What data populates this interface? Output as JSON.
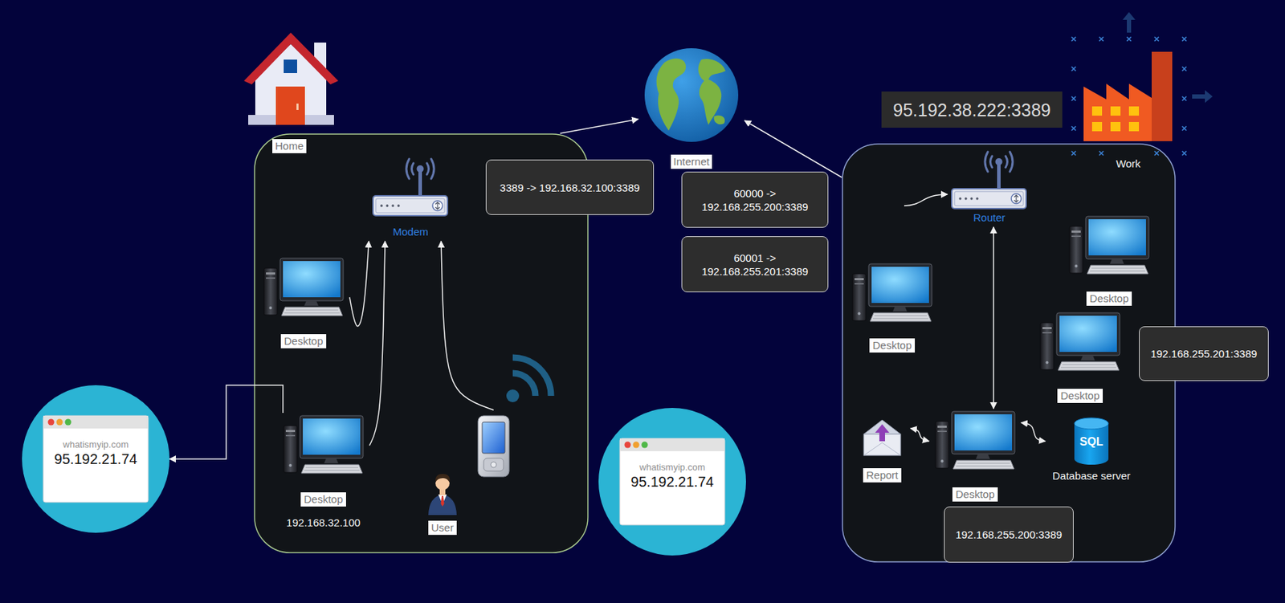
{
  "diagram": {
    "nodes": [
      {
        "text": [
          "Home"
        ]
      },
      {
        "text": [
          "Modem"
        ],
        "in": 0
      },
      {
        "text": [
          "Desktop"
        ],
        "in": 0
      },
      {
        "text": [
          "Desktop",
          "192.168.32.100"
        ],
        "in": 0
      },
      {
        "text": [
          "User"
        ],
        "in": 0
      },
      {
        "text": [
          "3389 -> 192.168.32.100:3389"
        ]
      },
      {
        "text": [
          "Internet"
        ]
      },
      {
        "text": [
          "60000 -> 192.168.255.200:3389"
        ]
      },
      {
        "text": [
          "60001 -> 192.168.255.201:3389"
        ]
      },
      {
        "text": [
          "whatismyip.com",
          "95.192.21.74"
        ]
      },
      {
        "text": [
          "whatismyip.com",
          "95.192.21.74"
        ]
      },
      {
        "text": [
          "Work"
        ]
      },
      {
        "text": [
          "Router"
        ],
        "in": 11
      },
      {
        "text": [
          "Desktop"
        ],
        "in": 11
      },
      {
        "text": [
          "Desktop"
        ],
        "in": 11
      },
      {
        "text": [
          "Desktop"
        ],
        "in": 11
      },
      {
        "text": [
          "Desktop"
        ],
        "in": 11
      },
      {
        "text": [
          "Report"
        ],
        "in": 11
      },
      {
        "text": [
          "SQL",
          "Database server"
        ],
        "in": 11
      },
      {
        "text": [
          "192.168.255.201:3389"
        ]
      },
      {
        "text": [
          "192.168.255.200:3389"
        ]
      }
    ],
    "edges": [
      {
        "from": 0,
        "to": 6,
        "arrow": "to"
      },
      {
        "from": 11,
        "to": 6,
        "arrow": "to"
      },
      {
        "from": 2,
        "to": 1,
        "arrow": "to"
      },
      {
        "from": 3,
        "to": 1,
        "arrow": "to"
      },
      {
        "from": 4,
        "to": 1,
        "arrow": "to"
      },
      {
        "from": 3,
        "to": 9,
        "arrow": "to"
      },
      {
        "from": 12,
        "to": 16,
        "arrow": "both"
      },
      {
        "from": 16,
        "to": 17,
        "arrow": "both"
      },
      {
        "from": 16,
        "to": 18,
        "arrow": "both"
      }
    ],
    "labels": [
      "95.192.38.222:3389"
    ]
  }
}
